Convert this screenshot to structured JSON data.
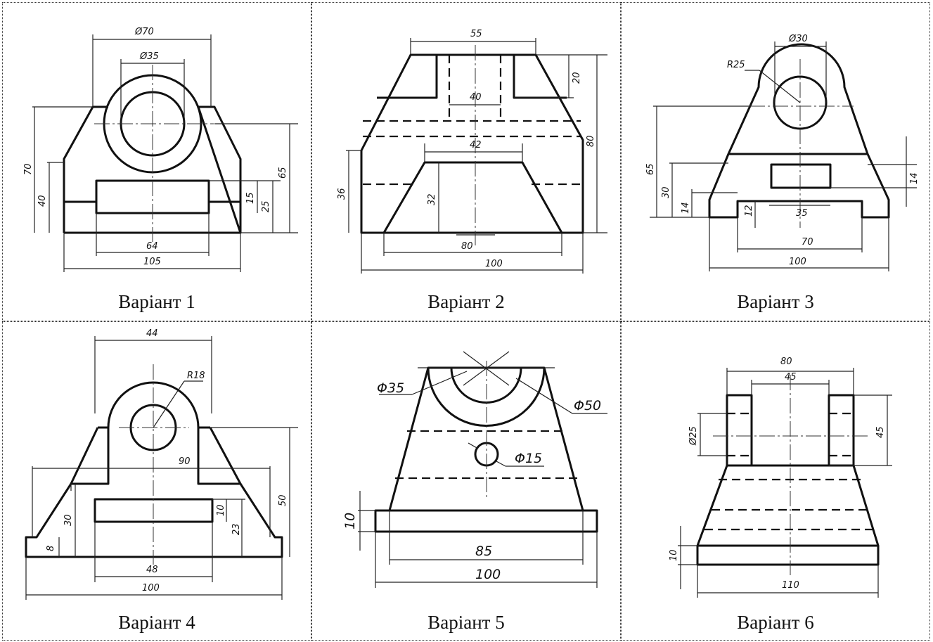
{
  "variants": [
    {
      "caption": "Варіант 1",
      "dims": {
        "d70": "Ø70",
        "d35": "Ø35",
        "h70": "70",
        "h40": "40",
        "h65": "65",
        "h15": "15",
        "h25": "25",
        "w64": "64",
        "w105": "105"
      }
    },
    {
      "caption": "Варіант 2",
      "dims": {
        "w55": "55",
        "h20": "20",
        "w40": "40",
        "h80": "80",
        "w42": "42",
        "h36": "36",
        "h32": "32",
        "w80": "80",
        "w100": "100"
      }
    },
    {
      "caption": "Варіант 3",
      "dims": {
        "d30": "Ø30",
        "r25": "R25",
        "h65": "65",
        "h30": "30",
        "h14a": "14",
        "h12": "12",
        "w35": "35",
        "h14b": "14",
        "w70": "70",
        "w100": "100"
      }
    },
    {
      "caption": "Варіант 4",
      "dims": {
        "w44": "44",
        "r18": "R18",
        "w90": "90",
        "h50": "50",
        "h30": "30",
        "h10": "10",
        "h23": "23",
        "h8": "8",
        "w48": "48",
        "w100": "100"
      }
    },
    {
      "caption": "Варіант 5",
      "dims": {
        "d35": "Φ35",
        "d50": "Φ50",
        "d15": "Φ15",
        "h10": "10",
        "w85": "85",
        "w100": "100"
      }
    },
    {
      "caption": "Варіант 6",
      "dims": {
        "w80": "80",
        "w45": "45",
        "d25": "Ø25",
        "h45": "45",
        "h10": "10",
        "w110": "110"
      }
    }
  ]
}
